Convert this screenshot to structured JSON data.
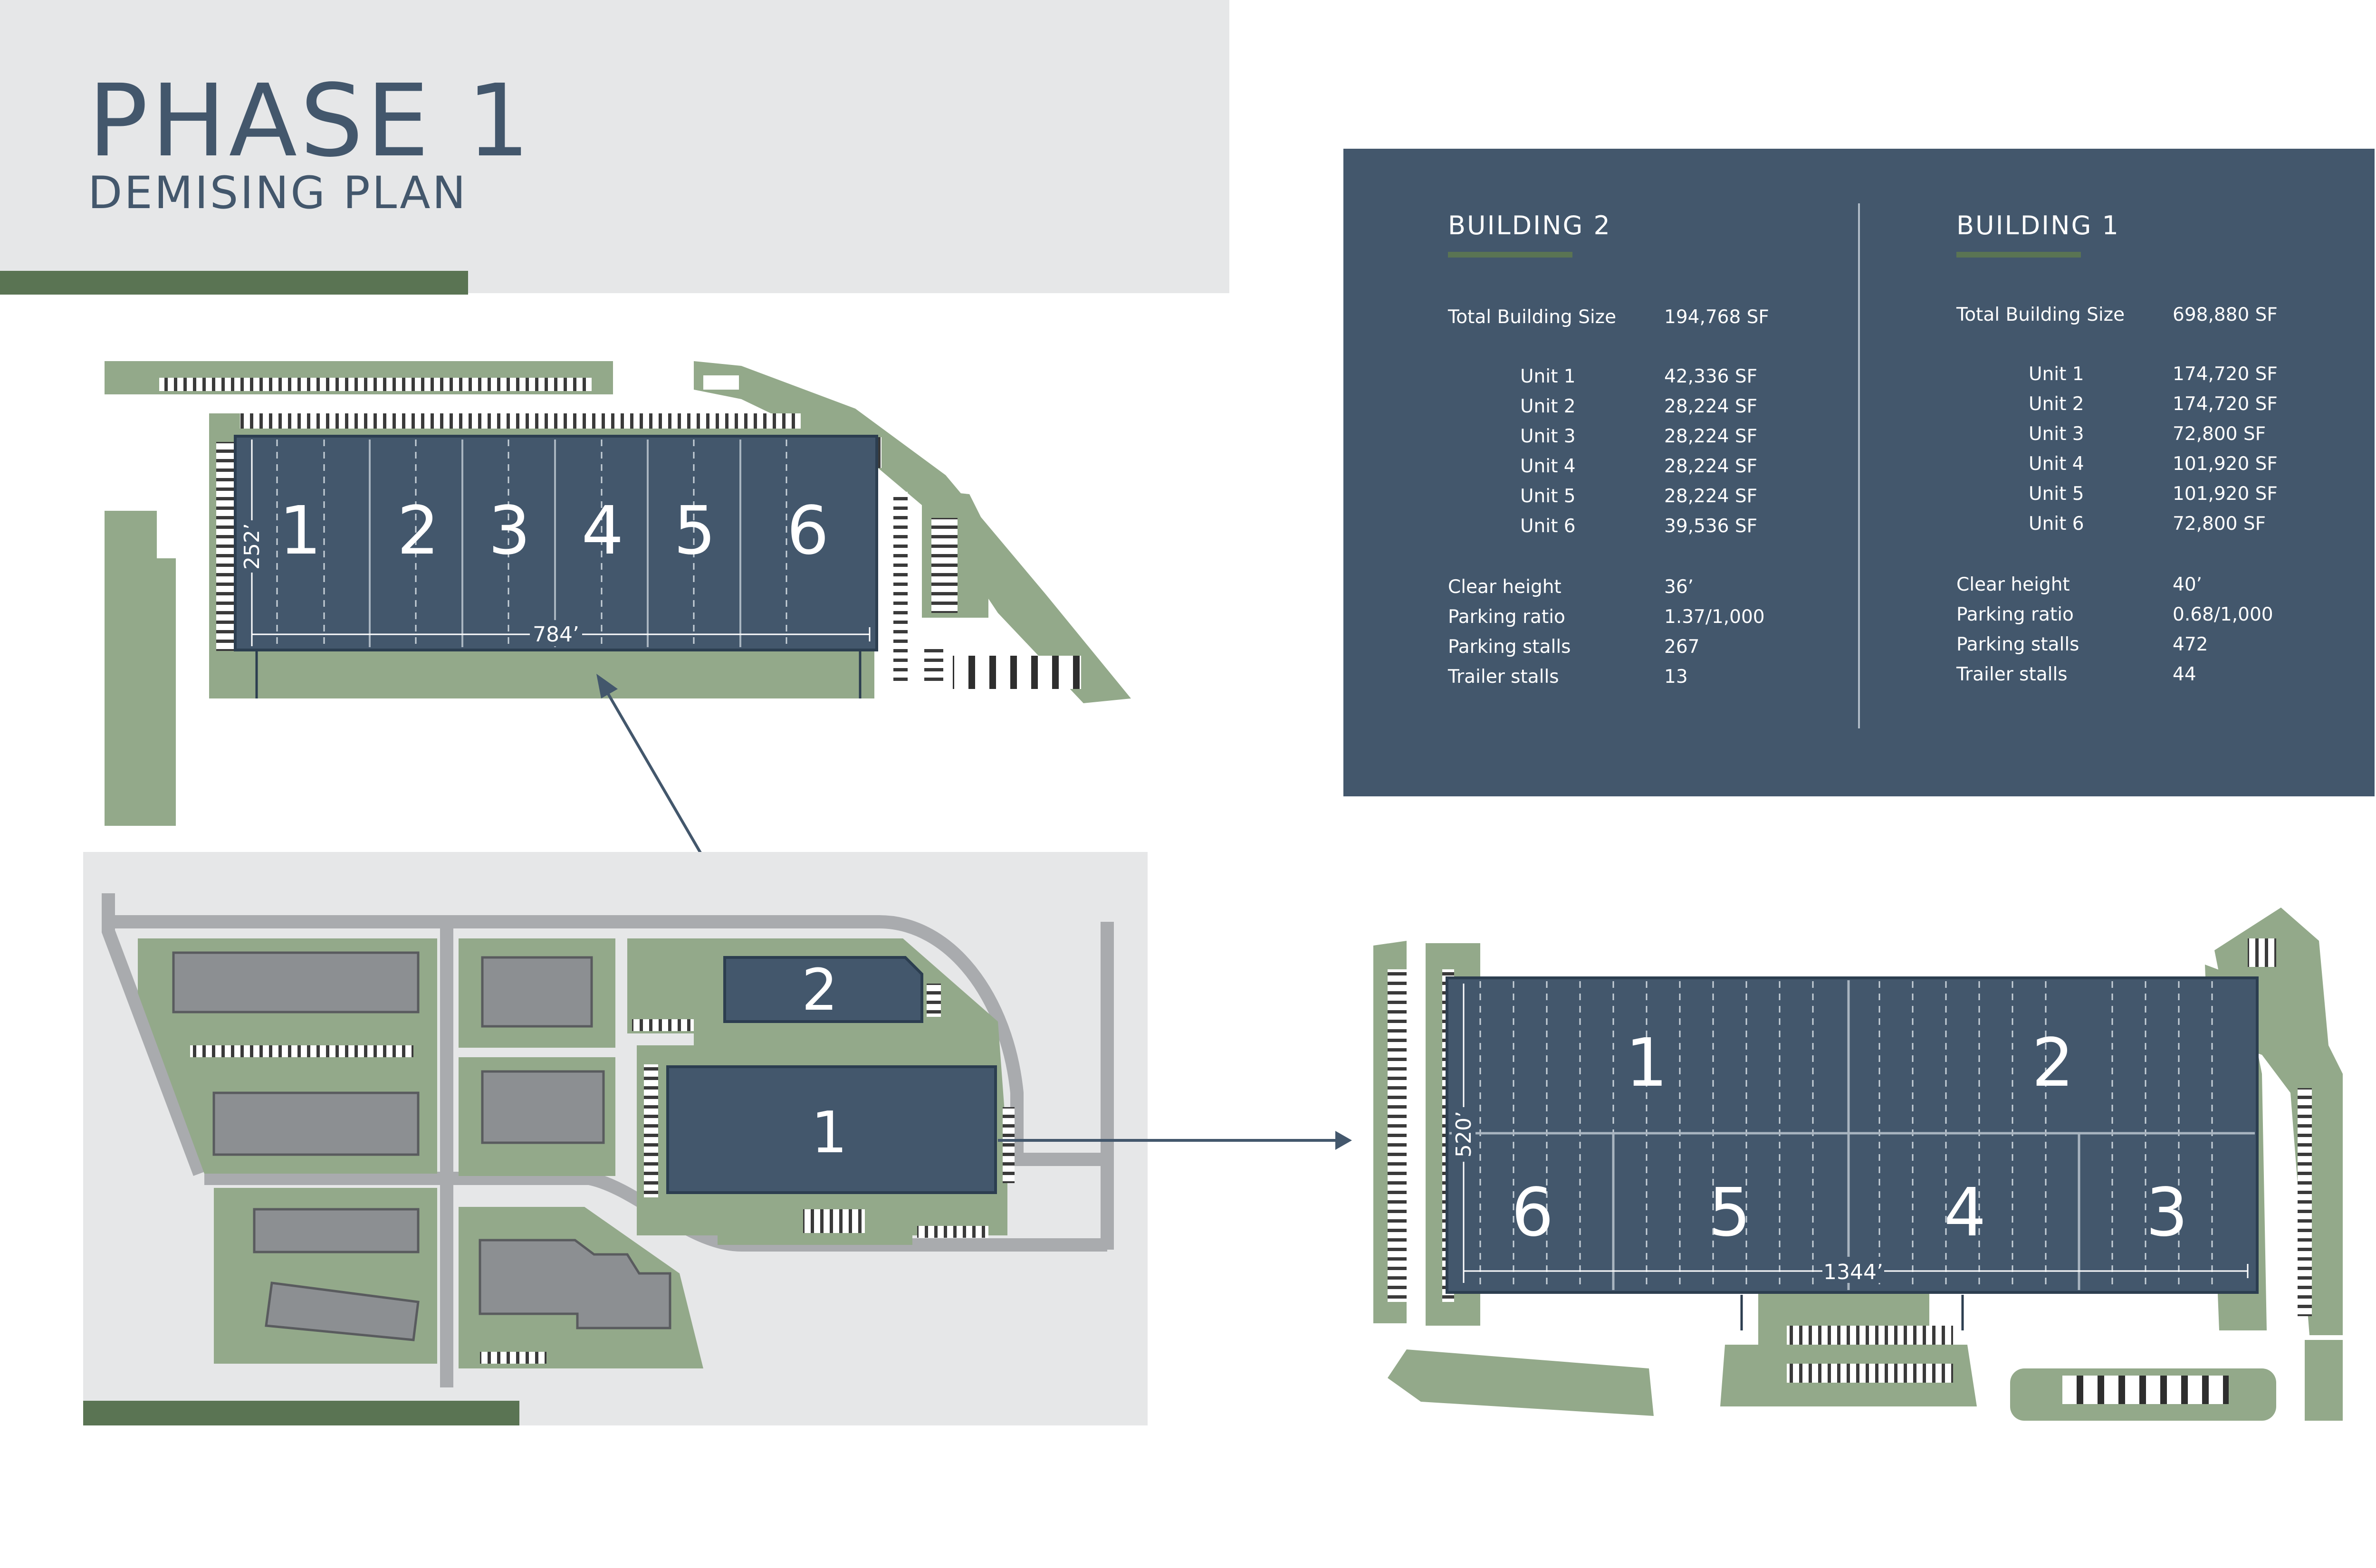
{
  "header": {
    "title": "PHASE 1",
    "subtitle": "DEMISING PLAN"
  },
  "colors": {
    "navy": "#43576c",
    "green_accent": "#5a7453",
    "landscape_green": "#93a98a",
    "light_gray": "#e6e7e8",
    "building_gray": "#8c8f92"
  },
  "buildings": [
    {
      "title": "BUILDING 2",
      "total_label": "Total Building Size",
      "total_value": "194,768 SF",
      "units": [
        {
          "label": "Unit 1",
          "value": "42,336 SF"
        },
        {
          "label": "Unit 2",
          "value": "28,224 SF"
        },
        {
          "label": "Unit 3",
          "value": "28,224 SF"
        },
        {
          "label": "Unit 4",
          "value": "28,224 SF"
        },
        {
          "label": "Unit 5",
          "value": "28,224 SF"
        },
        {
          "label": "Unit 6",
          "value": "39,536 SF"
        }
      ],
      "specs": [
        {
          "label": "Clear height",
          "value": "36’"
        },
        {
          "label": "Parking ratio",
          "value": "1.37/1,000"
        },
        {
          "label": "Parking stalls",
          "value": "267"
        },
        {
          "label": "Trailer stalls",
          "value": "13"
        }
      ]
    },
    {
      "title": "BUILDING 1",
      "total_label": "Total Building Size",
      "total_value": "698,880 SF",
      "units": [
        {
          "label": "Unit 1",
          "value": "174,720 SF"
        },
        {
          "label": "Unit 2",
          "value": "174,720 SF"
        },
        {
          "label": "Unit 3",
          "value": "72,800 SF"
        },
        {
          "label": "Unit 4",
          "value": "101,920 SF"
        },
        {
          "label": "Unit 5",
          "value": "101,920 SF"
        },
        {
          "label": "Unit 6",
          "value": "72,800 SF"
        }
      ],
      "specs": [
        {
          "label": "Clear height",
          "value": "40’"
        },
        {
          "label": "Parking ratio",
          "value": "0.68/1,000"
        },
        {
          "label": "Parking stalls",
          "value": "472"
        },
        {
          "label": "Trailer stalls",
          "value": "44"
        }
      ]
    }
  ],
  "building2_plan": {
    "unit_numbers": [
      "1",
      "2",
      "3",
      "4",
      "5",
      "6"
    ],
    "depth_dimension": "252’",
    "length_dimension": "784’"
  },
  "site_plan": {
    "building2_label": "2",
    "building1_label": "1"
  },
  "building1_plan": {
    "unit_numbers": [
      "1",
      "2",
      "6",
      "5",
      "4",
      "3"
    ],
    "depth_dimension": "520’",
    "length_dimension": "1344’"
  }
}
